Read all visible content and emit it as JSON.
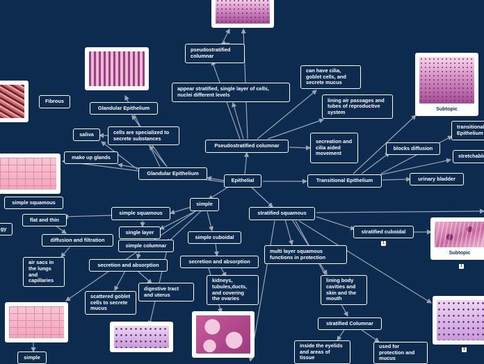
{
  "nodes": {
    "epithelial": "Epithelial",
    "pseudostratified_columnar": "Pseudostratified columnar",
    "pseudo_columnar_top": "pseudostratified columnar",
    "appear_stratified": "appear stratified, single layer of cells, nuclei different levels",
    "can_have_cilia": "can have cilia, goblet cells, and secrete mucus",
    "lining_air": "lining air passages and tubes of reproductive system",
    "secretion_cilia": "secreation and cilia aided movement",
    "transitional_epithelium": "Transitional Epithelium",
    "blocks_diffusion": "blocks diffusion",
    "urinary_bladder": "urinary bladder",
    "transitional_right": "transitional Epithelium",
    "stretchable": "stretchable",
    "glandular_epithelium": "Glandular Epithelium",
    "glandular_top": "Glandular Epithelium",
    "cells_specialized": "cells are specialized to secrete substances",
    "saliva": "saliva",
    "make_up_glands": "make up glands",
    "fibrous": "Fibrous",
    "simple": "simple",
    "simple_squamous_left": "simple squamous",
    "simple_squamous": "simple squamous",
    "flat_thin": "flat and thin",
    "diffusion_filtration": "diffusion and filtration",
    "air_sacs": "air sacs in the lungs and capillaries",
    "single_layer": "single layer",
    "simple_columnar": "simple columnar",
    "secretion_absorption_left": "secretion and absorption",
    "scattered_goblet": "scattered goblet cells to secrete mucus",
    "digestive_tract": "digestive tract and uterus",
    "simple_cuboidal": "simple cuboidal",
    "secretion_absorption": "secretion and absorption",
    "kidneys": "kidneys, tubules,ducts, and covering the ovaries",
    "stratified_squamous": "stratified squamous",
    "multi_layer": "multi layer squamous functions in protection",
    "lining_body": "lining body cavities and skin and the mouth",
    "stratified_columnar": "stratified Columnar",
    "inside_eyelids": "inside the eyelids and areas of tissue",
    "used_protection": "used for protection and mucus",
    "stratified_cuboidal": "stratified cuboidal",
    "edge_gy": "gy",
    "simple_bottom": "simple"
  },
  "image_captions": {
    "subtopic_transitional": "Subtopic",
    "subtopic_cuboidal": "Subtopic"
  },
  "badges": {
    "cuboidal": "1",
    "subtopic": "1",
    "columnar_img": "1"
  },
  "colors": {
    "background": "#0d2a4f",
    "node_border": "#ffffff",
    "connector": "#9aa6b8"
  }
}
